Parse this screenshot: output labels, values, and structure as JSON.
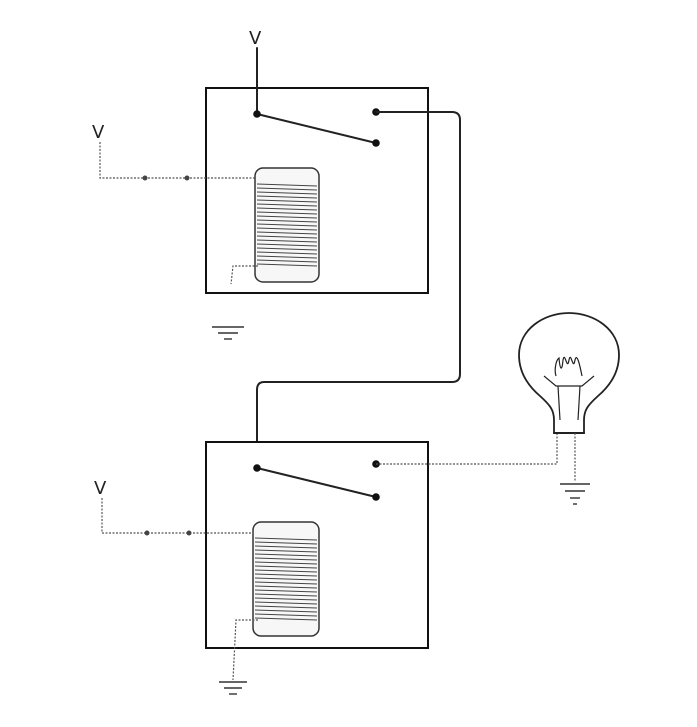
{
  "diagram": {
    "labels": {
      "relay1_contact_voltage": "V",
      "relay1_coil_voltage": "V",
      "relay2_coil_voltage": "V"
    }
  }
}
